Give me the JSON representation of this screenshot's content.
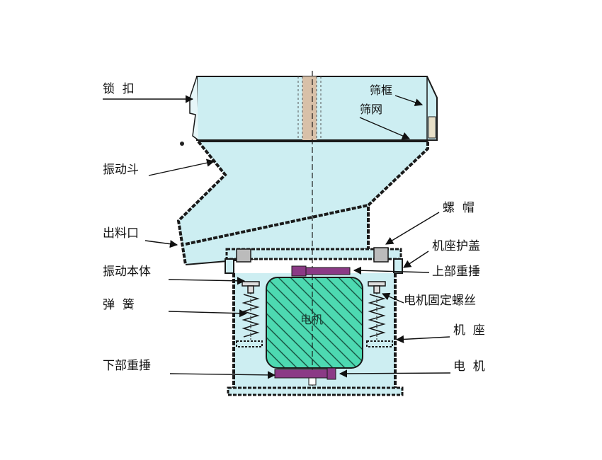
{
  "labels": {
    "lock_clasp": "锁  扣",
    "vibrating_hopper": "振动斗",
    "discharge_outlet": "出料口",
    "vibrating_body": "振动本体",
    "spring": "弹  簧",
    "lower_weight": "下部重捶",
    "screen_frame": "筛框",
    "screen_mesh": "筛网",
    "nut_cap": "螺  帽",
    "base_cover": "机座护盖",
    "upper_weight": "上部重捶",
    "motor_bolt": "电机固定螺丝",
    "machine_base": "机  座",
    "motor": "电  机",
    "motor_body": "电机"
  },
  "colors": {
    "fill": "#cdeef2",
    "outline": "#1a1a1a",
    "motor_fill": "#4dd9b1",
    "weight_fill": "#8b3a86",
    "strip_fill": "#d8c0a8"
  }
}
